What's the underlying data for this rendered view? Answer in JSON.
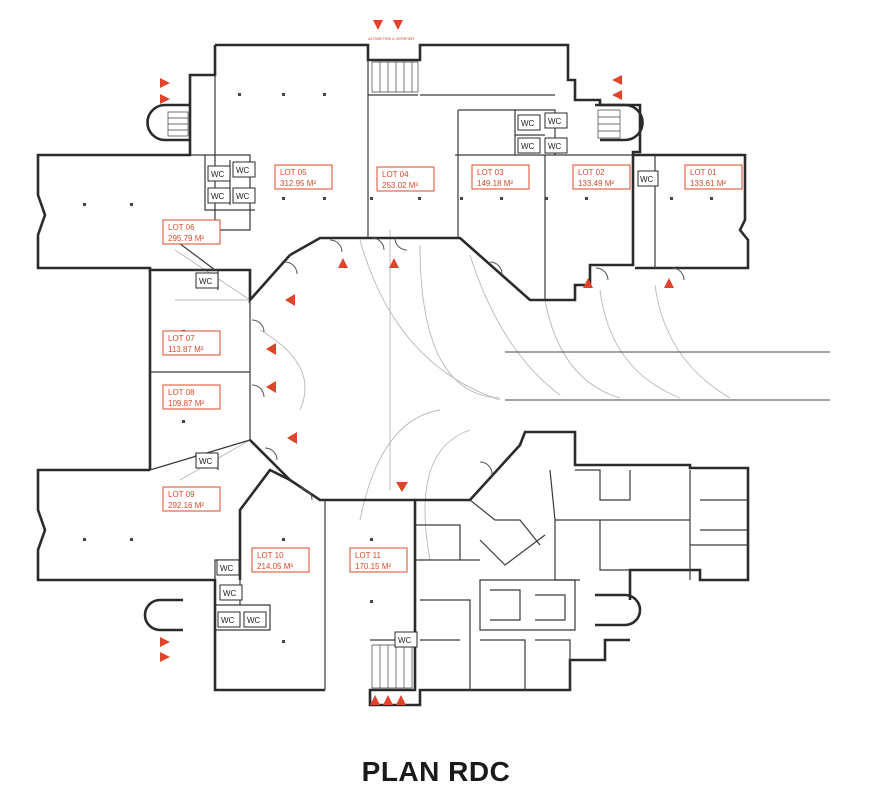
{
  "title": "PLAN RDC",
  "lots": [
    {
      "name": "LOT 01",
      "area": "133.61 M²"
    },
    {
      "name": "LOT 02",
      "area": "133.49 M²"
    },
    {
      "name": "LOT 03",
      "area": "149.18 M²"
    },
    {
      "name": "LOT 04",
      "area": "253.02 M²"
    },
    {
      "name": "LOT 05",
      "area": "312.95 M²"
    },
    {
      "name": "LOT 06",
      "area": "295.79 M²"
    },
    {
      "name": "LOT 07",
      "area": "113.87 M²"
    },
    {
      "name": "LOT 08",
      "area": "109.87 M²"
    },
    {
      "name": "LOT 09",
      "area": "292.16 M²"
    },
    {
      "name": "LOT 10",
      "area": "214.05 M²"
    },
    {
      "name": "LOT 11",
      "area": "170.15 M²"
    }
  ],
  "wc_label": "WC",
  "top_entrance_label": "ALTIMETRIE A VERIFIER",
  "markers": {
    "accent": "#e0442a",
    "wall": "#2b2b2b",
    "label": "#d94a2b"
  }
}
